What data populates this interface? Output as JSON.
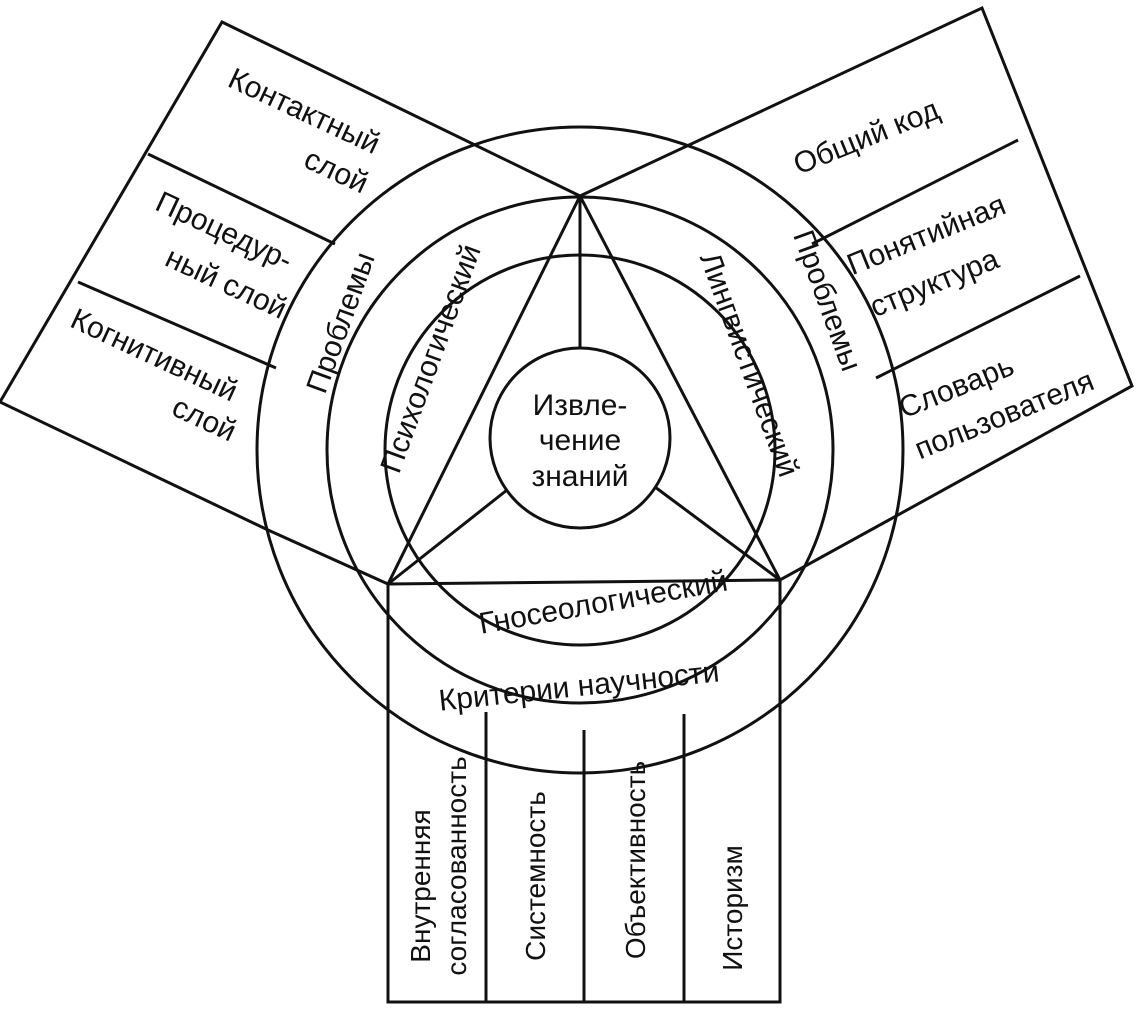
{
  "center": {
    "line1": "Извле-",
    "line2": "чение",
    "line3": "знаний"
  },
  "sectors": {
    "psychological": "Психологический",
    "linguistic": "Лингвистический",
    "gnoseological": "Гносеологический"
  },
  "rings": {
    "left": "Проблемы",
    "right": "Проблемы",
    "bottom": "Критерии научности"
  },
  "left_panel": {
    "contact_1": "Контактный",
    "contact_2": "слой",
    "procedural_1": "Процедур-",
    "procedural_2": "ный слой",
    "cognitive_1": "Когнитивный",
    "cognitive_2": "слой"
  },
  "right_panel": {
    "common_code": "Общий код",
    "concept_1": "Понятийная",
    "concept_2": "структура",
    "dict_1": "Словарь",
    "dict_2": "пользователя"
  },
  "bottom_panel": {
    "internal_1": "Внутренняя",
    "internal_2": "согласованность",
    "systemic": "Системность",
    "objectivity": "Объективность",
    "historicism": "Историзм"
  }
}
